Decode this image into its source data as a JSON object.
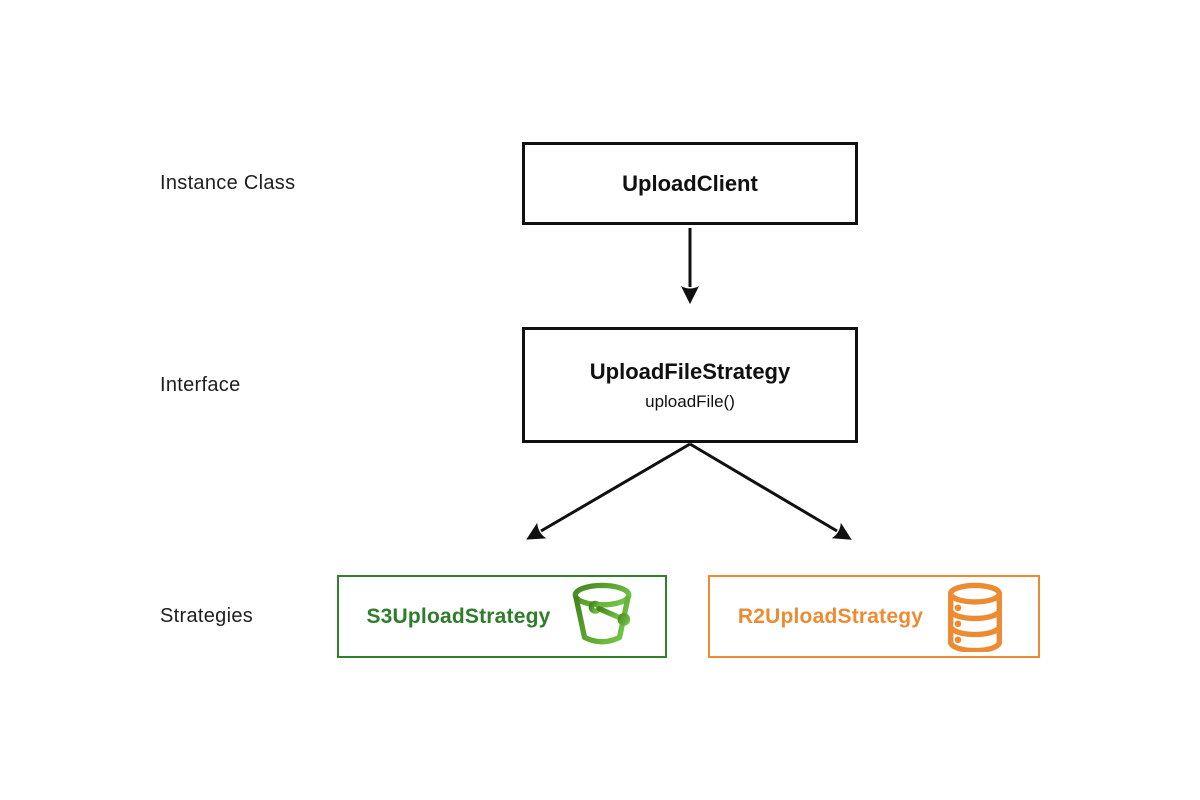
{
  "diagram": {
    "row_labels": {
      "instance_class": "Instance Class",
      "interface": "Interface",
      "strategies": "Strategies"
    },
    "boxes": {
      "upload_client": {
        "title": "UploadClient"
      },
      "upload_file_strategy": {
        "title": "UploadFileStrategy",
        "method": "uploadFile()"
      },
      "s3_upload_strategy": {
        "title": "S3UploadStrategy",
        "icon": "bucket-icon",
        "accent_color": "#2e7d2b"
      },
      "r2_upload_strategy": {
        "title": "R2UploadStrategy",
        "icon": "database-icon",
        "accent_color": "#ed8b33"
      }
    },
    "relations": [
      "UploadClient -> UploadFileStrategy",
      "UploadFileStrategy -> S3UploadStrategy",
      "UploadFileStrategy -> R2UploadStrategy"
    ],
    "colors": {
      "background": "#ffffff",
      "box_border": "#101010",
      "arrow": "#101010",
      "label_text": "#1e1e1e",
      "s3_green_text": "#2e7d2b",
      "s3_green_border": "#2f8227",
      "s3_bucket_gradient": [
        "#41861c",
        "#71c143"
      ],
      "r2_orange": "#ed8b33"
    }
  }
}
